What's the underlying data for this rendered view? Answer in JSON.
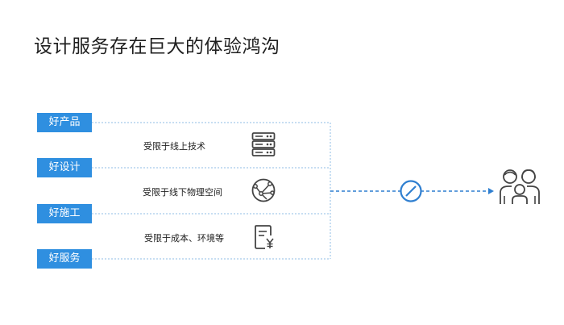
{
  "title": "设计服务存在巨大的体验鸿沟",
  "tags": [
    "好产品",
    "好设计",
    "好施工",
    "好服务"
  ],
  "limits": [
    {
      "text": "受限于线上技术",
      "icon": "server-icon"
    },
    {
      "text": "受限于线下物理空间",
      "icon": "network-globe-icon"
    },
    {
      "text": "受限于成本、环境等",
      "icon": "yuan-document-icon"
    }
  ],
  "connector_icon": "blocked-circle-icon",
  "target_icon": "family-people-icon",
  "colors": {
    "accent": "#2f8fe0",
    "dashed_line": "#8fbde6",
    "arrow": "#2f7fd0",
    "icon_stroke": "#444444",
    "title": "#1f1f1f"
  }
}
